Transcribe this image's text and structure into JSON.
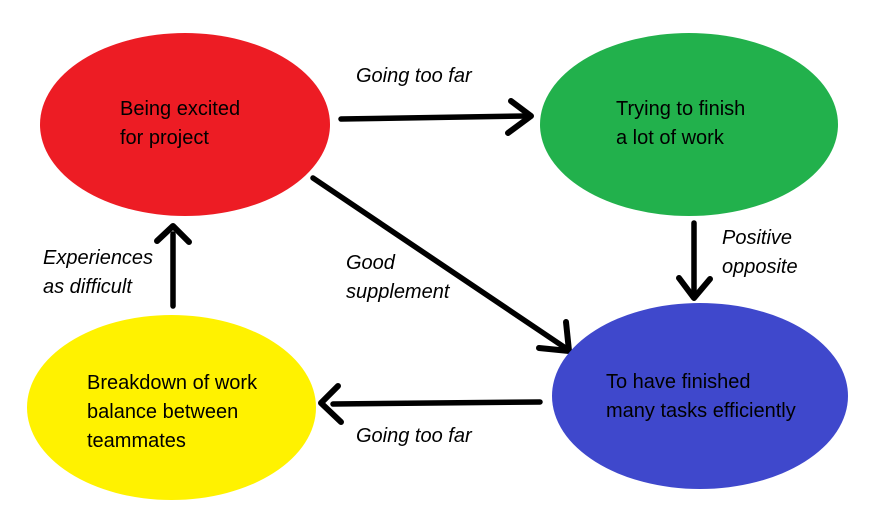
{
  "diagram": {
    "background_color": "#ffffff",
    "arrow_color": "#000000",
    "text_color": "#000000",
    "nodes": [
      {
        "id": "excited",
        "label": "Being excited\nfor project",
        "color": "#ed1c24"
      },
      {
        "id": "trying",
        "label": "Trying to finish\na lot of work",
        "color": "#22b14c"
      },
      {
        "id": "finished",
        "label": "To have finished\nmany tasks efficiently",
        "color": "#3f48cc"
      },
      {
        "id": "breakdown",
        "label": "Breakdown of work\nbalance between\nteammates",
        "color": "#fff200"
      }
    ],
    "edges": [
      {
        "from": "excited",
        "to": "trying",
        "label": "Going too far"
      },
      {
        "from": "trying",
        "to": "finished",
        "label": "Positive\nopposite"
      },
      {
        "from": "excited",
        "to": "finished",
        "label": "Good\nsupplement"
      },
      {
        "from": "finished",
        "to": "breakdown",
        "label": "Going too far"
      },
      {
        "from": "breakdown",
        "to": "excited",
        "label": "Experiences\nas difficult"
      }
    ]
  }
}
